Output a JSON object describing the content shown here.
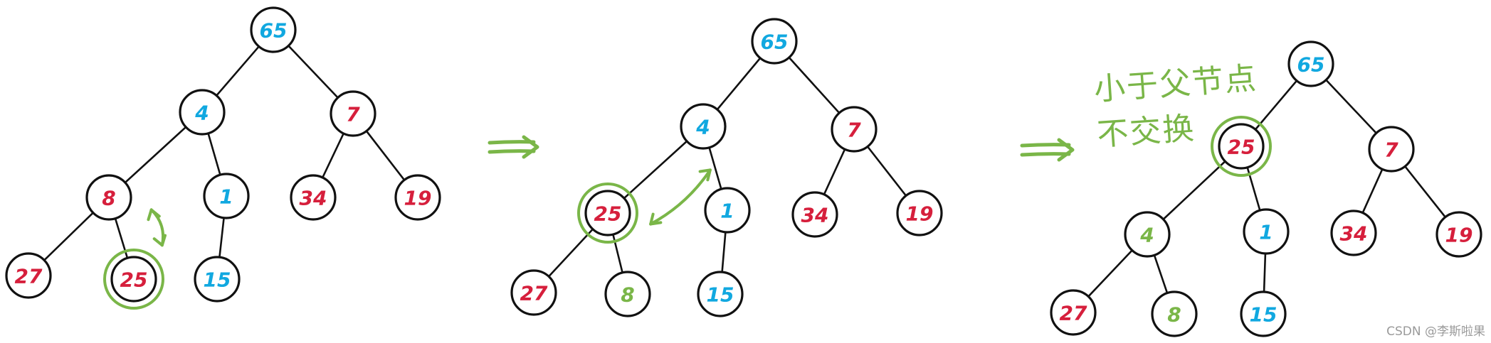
{
  "colors": {
    "red": "#d61f3c",
    "blue": "#11a8e0",
    "green": "#7ab648",
    "outline": "#111111"
  },
  "trees": [
    {
      "id": "step-1",
      "nodes": [
        {
          "id": "a",
          "label": "65",
          "color": "blue"
        },
        {
          "id": "b",
          "label": "4",
          "color": "blue"
        },
        {
          "id": "c",
          "label": "7",
          "color": "red"
        },
        {
          "id": "d",
          "label": "8",
          "color": "red"
        },
        {
          "id": "e",
          "label": "1",
          "color": "blue"
        },
        {
          "id": "f",
          "label": "34",
          "color": "red"
        },
        {
          "id": "g",
          "label": "19",
          "color": "red"
        },
        {
          "id": "h",
          "label": "27",
          "color": "red"
        },
        {
          "id": "i",
          "label": "25",
          "color": "red",
          "highlight": true
        },
        {
          "id": "j",
          "label": "15",
          "color": "blue"
        }
      ],
      "edges": [
        [
          "a",
          "b"
        ],
        [
          "a",
          "c"
        ],
        [
          "b",
          "d"
        ],
        [
          "b",
          "e"
        ],
        [
          "c",
          "f"
        ],
        [
          "c",
          "g"
        ],
        [
          "d",
          "h"
        ],
        [
          "d",
          "i"
        ],
        [
          "e",
          "j"
        ]
      ],
      "swap": [
        "i",
        "d"
      ]
    },
    {
      "id": "step-2",
      "nodes": [
        {
          "id": "a",
          "label": "65",
          "color": "blue"
        },
        {
          "id": "b",
          "label": "4",
          "color": "blue"
        },
        {
          "id": "c",
          "label": "7",
          "color": "red"
        },
        {
          "id": "d",
          "label": "25",
          "color": "red",
          "highlight": true
        },
        {
          "id": "e",
          "label": "1",
          "color": "blue"
        },
        {
          "id": "f",
          "label": "34",
          "color": "red"
        },
        {
          "id": "g",
          "label": "19",
          "color": "red"
        },
        {
          "id": "h",
          "label": "27",
          "color": "red"
        },
        {
          "id": "i",
          "label": "8",
          "color": "green"
        },
        {
          "id": "j",
          "label": "15",
          "color": "blue"
        }
      ],
      "edges": [
        [
          "a",
          "b"
        ],
        [
          "a",
          "c"
        ],
        [
          "b",
          "d"
        ],
        [
          "b",
          "e"
        ],
        [
          "c",
          "f"
        ],
        [
          "c",
          "g"
        ],
        [
          "d",
          "h"
        ],
        [
          "d",
          "i"
        ],
        [
          "e",
          "j"
        ]
      ],
      "swap": [
        "d",
        "b"
      ]
    },
    {
      "id": "step-3",
      "nodes": [
        {
          "id": "a",
          "label": "65",
          "color": "blue"
        },
        {
          "id": "b",
          "label": "25",
          "color": "red",
          "highlight": true
        },
        {
          "id": "c",
          "label": "7",
          "color": "red"
        },
        {
          "id": "d",
          "label": "4",
          "color": "green"
        },
        {
          "id": "e",
          "label": "1",
          "color": "blue"
        },
        {
          "id": "f",
          "label": "34",
          "color": "red"
        },
        {
          "id": "g",
          "label": "19",
          "color": "red"
        },
        {
          "id": "h",
          "label": "27",
          "color": "red"
        },
        {
          "id": "i",
          "label": "8",
          "color": "green"
        },
        {
          "id": "j",
          "label": "15",
          "color": "blue"
        }
      ],
      "edges": [
        [
          "a",
          "b"
        ],
        [
          "a",
          "c"
        ],
        [
          "b",
          "d"
        ],
        [
          "b",
          "e"
        ],
        [
          "c",
          "f"
        ],
        [
          "c",
          "g"
        ],
        [
          "d",
          "h"
        ],
        [
          "d",
          "i"
        ],
        [
          "e",
          "j"
        ]
      ]
    }
  ],
  "annotation": "小于父节点\n不交换",
  "watermark": "CSDN @李斯啦果"
}
